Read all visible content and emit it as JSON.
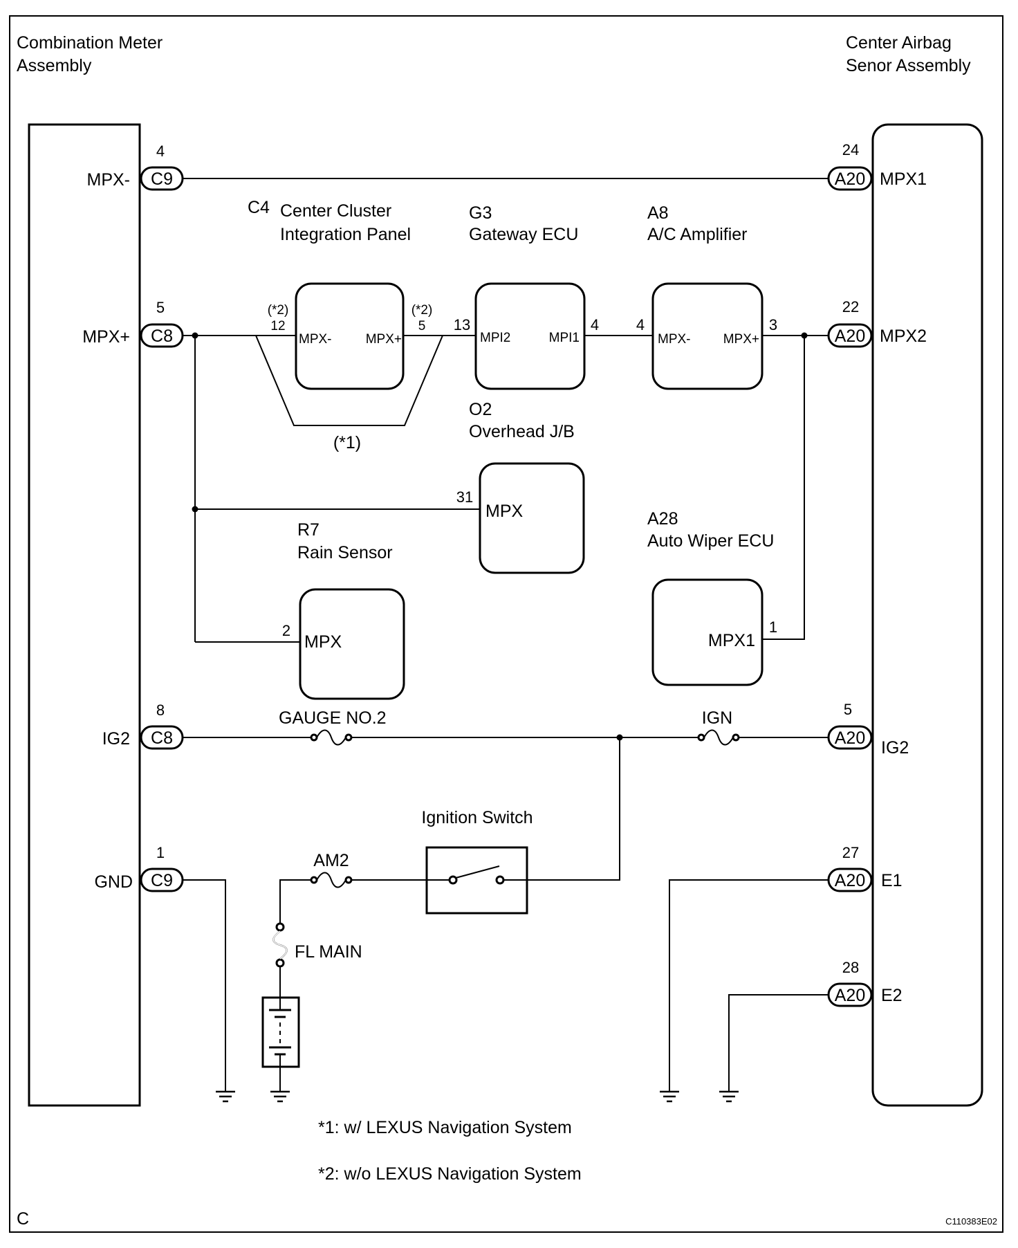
{
  "modules": {
    "combination_meter": {
      "line1": "Combination Meter",
      "line2": "Assembly"
    },
    "center_airbag": {
      "line1": "Center Airbag",
      "line2": "Senor Assembly"
    }
  },
  "left_pins": {
    "mpx_minus": {
      "label": "MPX-",
      "pin": "4",
      "conn": "C9"
    },
    "mpx_plus": {
      "label": "MPX+",
      "pin": "5",
      "conn": "C8"
    },
    "ig2": {
      "label": "IG2",
      "pin": "8",
      "conn": "C8"
    },
    "gnd": {
      "label": "GND",
      "pin": "1",
      "conn": "C9"
    }
  },
  "right_pins": {
    "mpx1": {
      "label": "MPX1",
      "pin": "24",
      "conn": "A20"
    },
    "mpx2": {
      "label": "MPX2",
      "pin": "22",
      "conn": "A20"
    },
    "ig2": {
      "label": "IG2",
      "pin": "5",
      "conn": "A20"
    },
    "e1": {
      "label": "E1",
      "pin": "27",
      "conn": "A20"
    },
    "e2": {
      "label": "E2",
      "pin": "28",
      "conn": "A20"
    }
  },
  "components": {
    "c4": {
      "code": "C4",
      "name1": "Center Cluster",
      "name2": "Integration Panel",
      "t_left": "MPX-",
      "t_right": "MPX+",
      "pin_left": "12",
      "pin_right": "5",
      "note_left": "(*2)",
      "note_right": "(*2)",
      "bypass": "(*1)"
    },
    "g3": {
      "code": "G3",
      "name": "Gateway ECU",
      "t_left": "MPI2",
      "t_right": "MPI1",
      "pin_left": "13",
      "pin_right": "4"
    },
    "o2": {
      "code": "O2",
      "name": "Overhead J/B"
    },
    "a8": {
      "code": "A8",
      "name": "A/C Amplifier",
      "t_left": "MPX-",
      "t_right": "MPX+",
      "pin_left": "4",
      "pin_right": "3"
    },
    "r7": {
      "code": "R7",
      "name": "Rain Sensor",
      "terminal": "MPX",
      "pin": "31"
    },
    "unnamed": {
      "terminal": "MPX",
      "pin": "2"
    },
    "a28": {
      "code": "A28",
      "name": "Auto Wiper ECU",
      "terminal": "MPX1",
      "pin": "1"
    }
  },
  "fuses": {
    "gauge": "GAUGE NO.2",
    "ign": "IGN",
    "am2": "AM2",
    "fl_main": "FL MAIN"
  },
  "ignition_switch": "Ignition Switch",
  "notes": {
    "n1": "*1: w/ LEXUS Navigation System",
    "n2": "*2: w/o LEXUS Navigation System"
  },
  "corner": "C",
  "figure_id": "C110383E02"
}
